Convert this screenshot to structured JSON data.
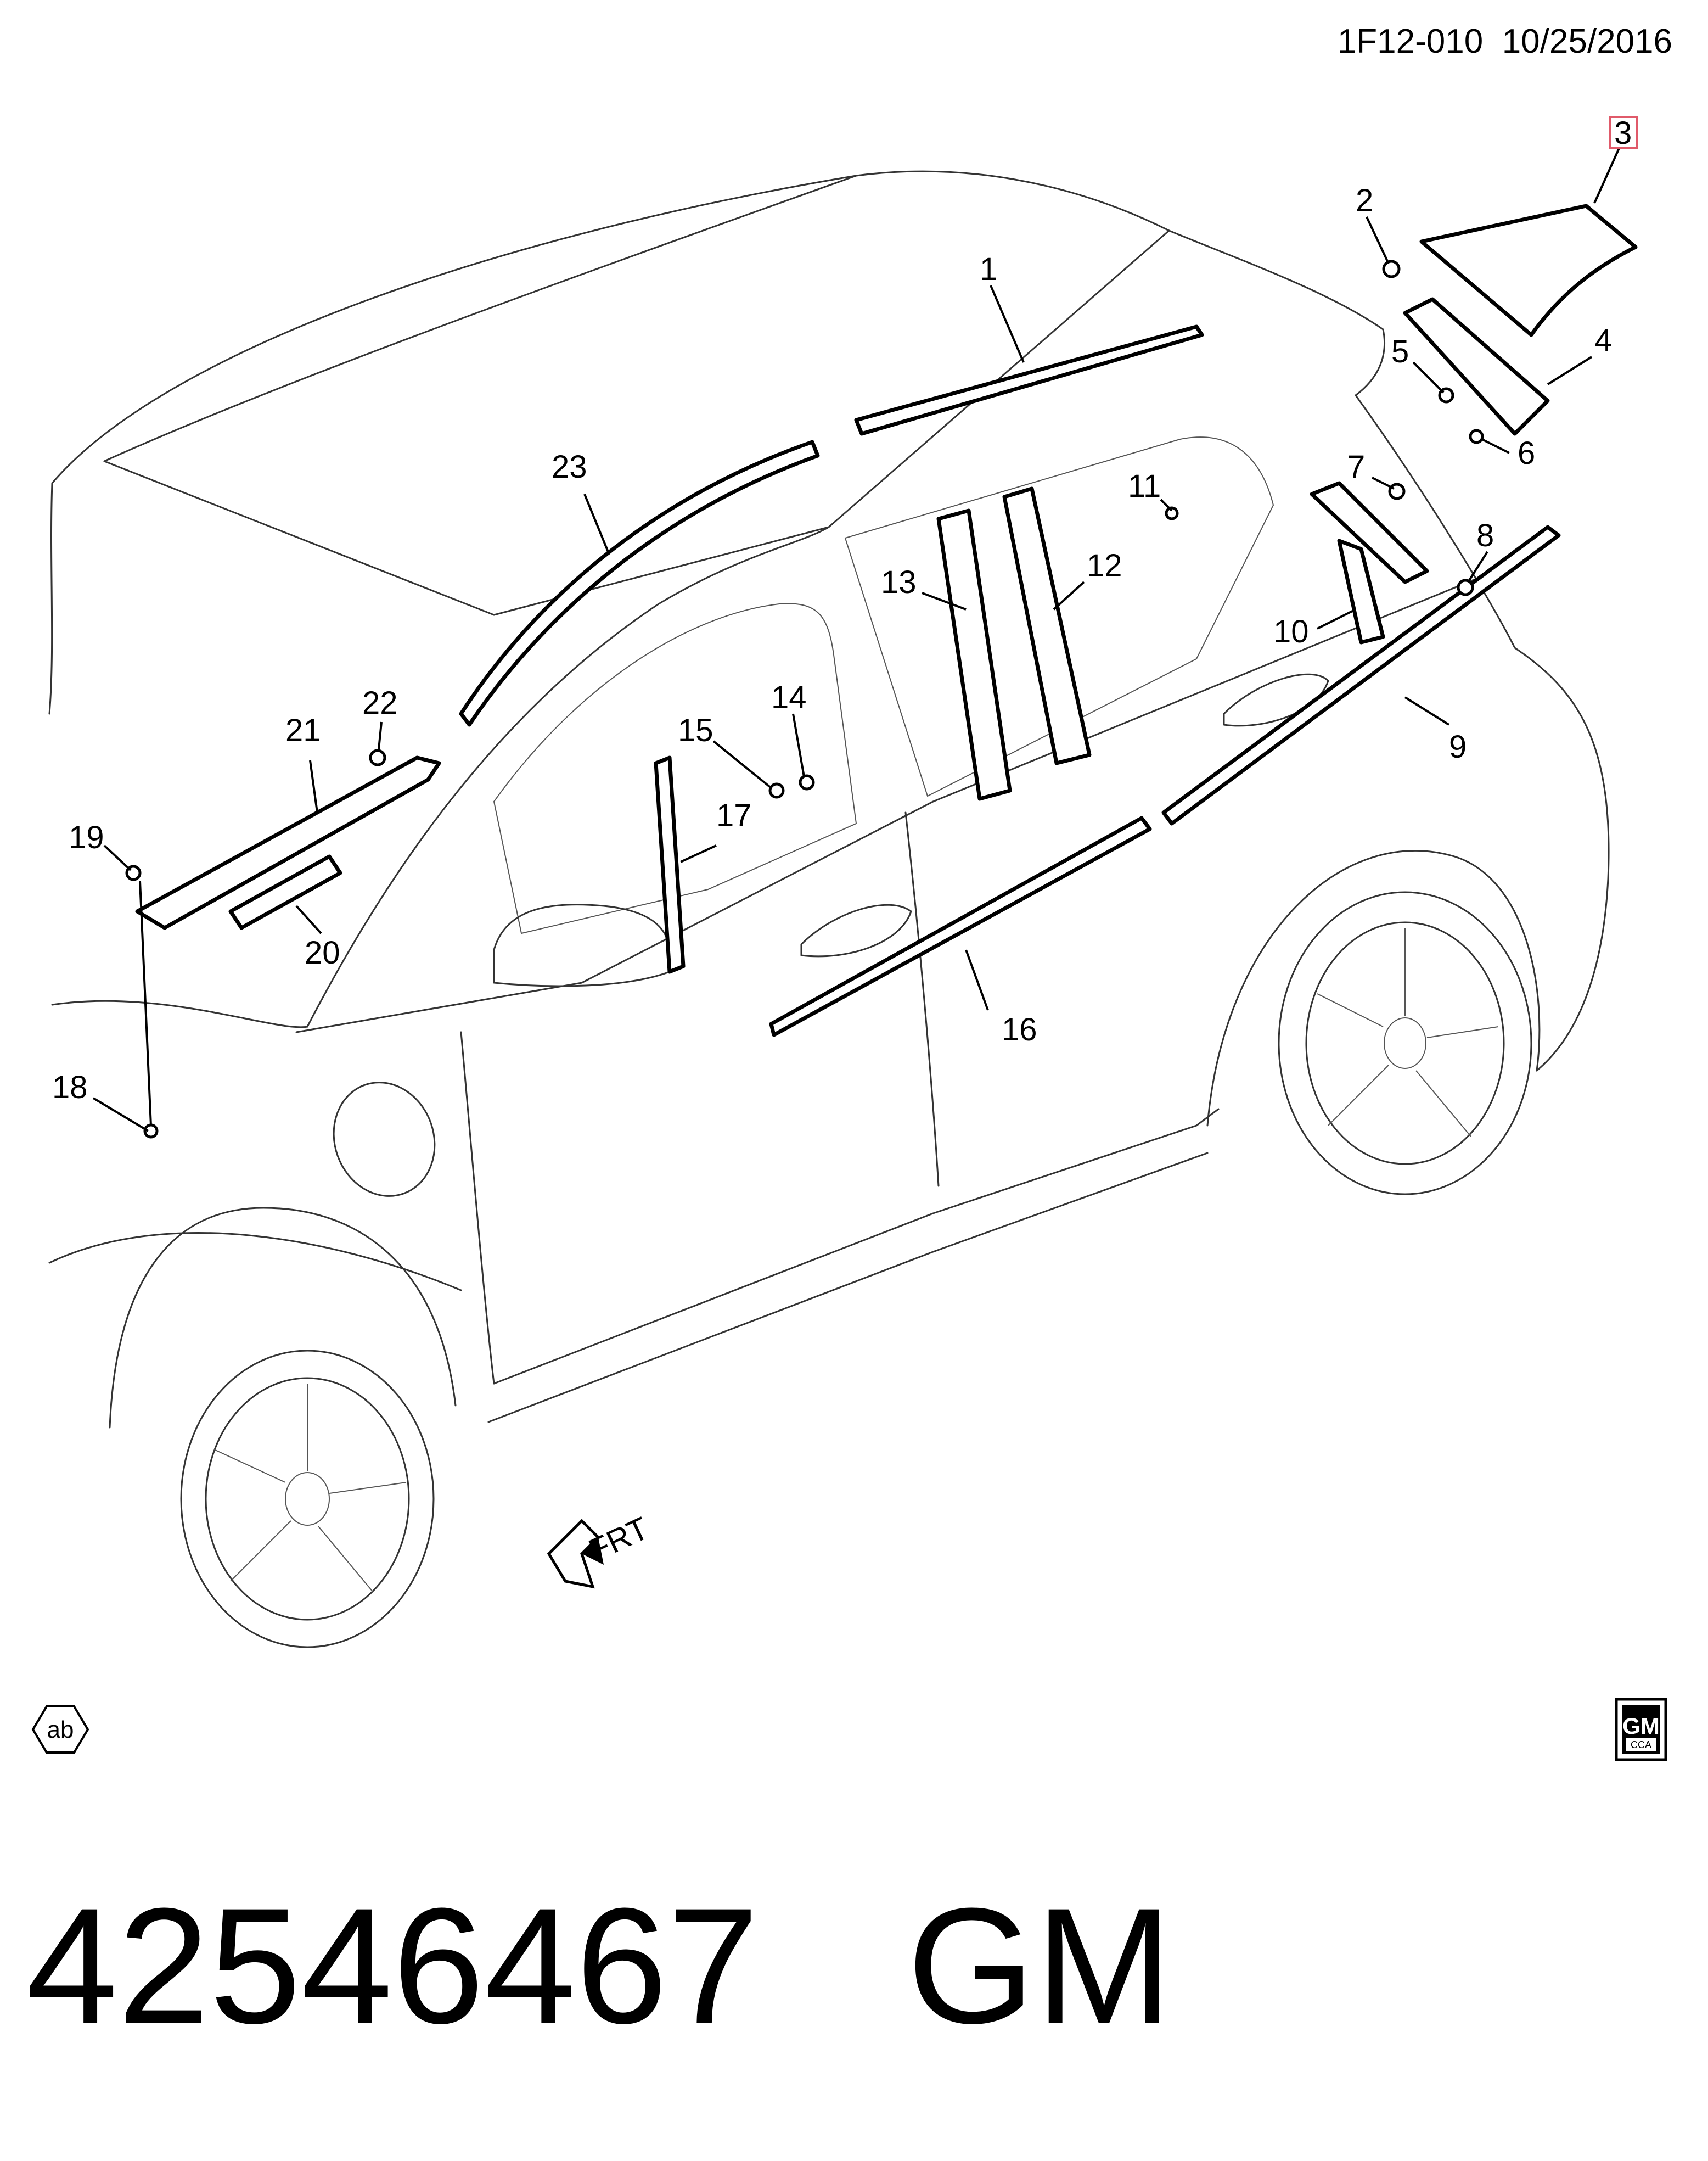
{
  "header": {
    "code": "1F12-010",
    "date": "10/25/2016"
  },
  "highlighted_callout": "3",
  "callouts": [
    "1",
    "2",
    "3",
    "4",
    "5",
    "6",
    "7",
    "8",
    "9",
    "10",
    "11",
    "12",
    "13",
    "14",
    "15",
    "16",
    "17",
    "18",
    "19",
    "20",
    "21",
    "22",
    "23"
  ],
  "direction_label": "FRT",
  "corner_badge": "ab",
  "logo": {
    "brand": "GM",
    "sub": "CCA"
  },
  "footer": {
    "part_number": "42546467",
    "brand": "GM"
  },
  "colors": {
    "line": "#000000",
    "highlight": "#e05a6a",
    "background": "#ffffff"
  }
}
